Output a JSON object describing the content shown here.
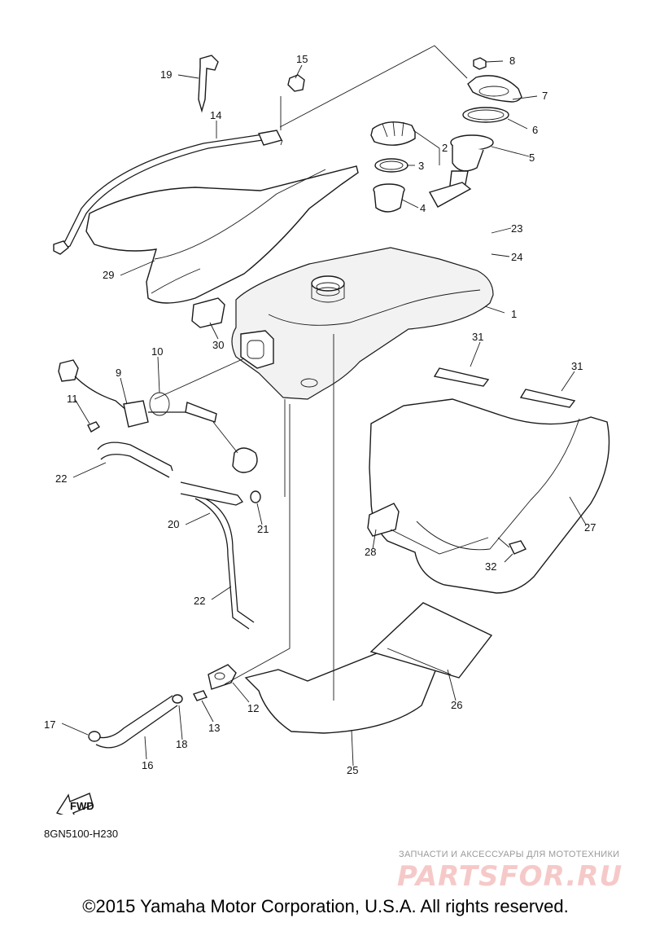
{
  "diagram": {
    "code": "8GN5100-H230",
    "direction_label": "FWD",
    "copyright": "©2015 Yamaha Motor Corporation, U.S.A. All rights reserved.",
    "watermark": {
      "tagline": "ЗАПЧАСТИ И АКСЕССУАРЫ ДЛЯ МОТОТЕХНИКИ",
      "logo": "PARTSFOR.RU"
    },
    "callouts": [
      "19",
      "15",
      "8",
      "7",
      "6",
      "5",
      "14",
      "2",
      "3",
      "4",
      "29",
      "23",
      "24",
      "30",
      "1",
      "10",
      "9",
      "31",
      "31",
      "11",
      "22",
      "20",
      "21",
      "28",
      "32",
      "27",
      "22",
      "12",
      "26",
      "17",
      "18",
      "13",
      "16",
      "25"
    ]
  }
}
